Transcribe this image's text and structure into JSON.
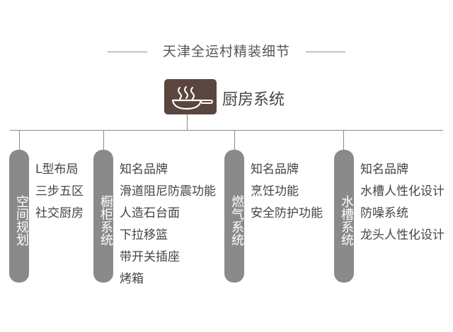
{
  "title": "天津全运村精装细节",
  "icon": "cooking-pan-icon",
  "colors": {
    "icon_bg": "#5a453f",
    "pill": "#8a8a8a",
    "line": "#8a8a8a",
    "text": "#444444"
  },
  "kitchen": {
    "label": "厨房系统"
  },
  "sections": [
    {
      "label": "空间规划",
      "items": [
        "L型布局",
        "三步五区",
        "社交厨房"
      ]
    },
    {
      "label": "橱柜系统",
      "items": [
        "知名品牌",
        "滑道阻尼防震功能",
        "人造石台面",
        "下拉移篮",
        "带开关插座",
        "烤箱"
      ]
    },
    {
      "label": "燃气系统",
      "items": [
        "知名品牌",
        "烹饪功能",
        "安全防护功能"
      ]
    },
    {
      "label": "水槽系统",
      "items": [
        "知名品牌",
        "水槽人性化设计",
        "防噪系统",
        "龙头人性化设计"
      ]
    }
  ]
}
